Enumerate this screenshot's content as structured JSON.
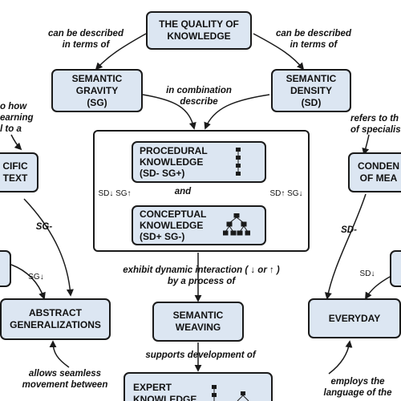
{
  "nodes": {
    "quality": "THE QUALITY OF\nKNOWLEDGE",
    "semantic_gravity": "SEMANTIC\nGRAVITY\n(SG)",
    "semantic_density": "SEMANTIC\nDENSITY\n(SD)",
    "procedural": "PROCEDURAL\nKNOWLEDGE\n(SD- SG+)",
    "conceptual": "CONCEPTUAL\nKNOWLEDGE\n(SD+ SG-)",
    "specific_context": "CIFIC\nTEXT",
    "condensation": "CONDEN\nOF MEA",
    "abstract": "ABSTRACT\nGENERALIZATIONS",
    "semantic_weaving": "SEMANTIC\nWEAVING",
    "everyday": "EVERYDAY",
    "expert": "EXPERT\nKNOWLEDGE"
  },
  "labels": {
    "described_left": "can be described\nin terms of",
    "described_right": "can be described\nin terms of",
    "in_combination": "in combination\ndescribe",
    "relates_left": "o how\nearning\nl to a",
    "refers_right": "refers to th\nof specialis",
    "and": "and",
    "sd_down_sg_up": "SD↓ SG↑",
    "sd_up_sg_down": "SD↑ SG↓",
    "sg_minus": "SG-",
    "sd_minus": "SD-",
    "sg_down": "SG↓",
    "sd_down": "SD↓",
    "exhibit": "exhibit dynamic interaction  ( ↓ or ↑ )\nby a process of",
    "supports": "supports development of",
    "allows": "allows seamless\nmovement between",
    "employs": "employs the\nlanguage of the"
  },
  "colors": {
    "box_fill": "#dce6f2",
    "stroke": "#1a1a1a"
  }
}
